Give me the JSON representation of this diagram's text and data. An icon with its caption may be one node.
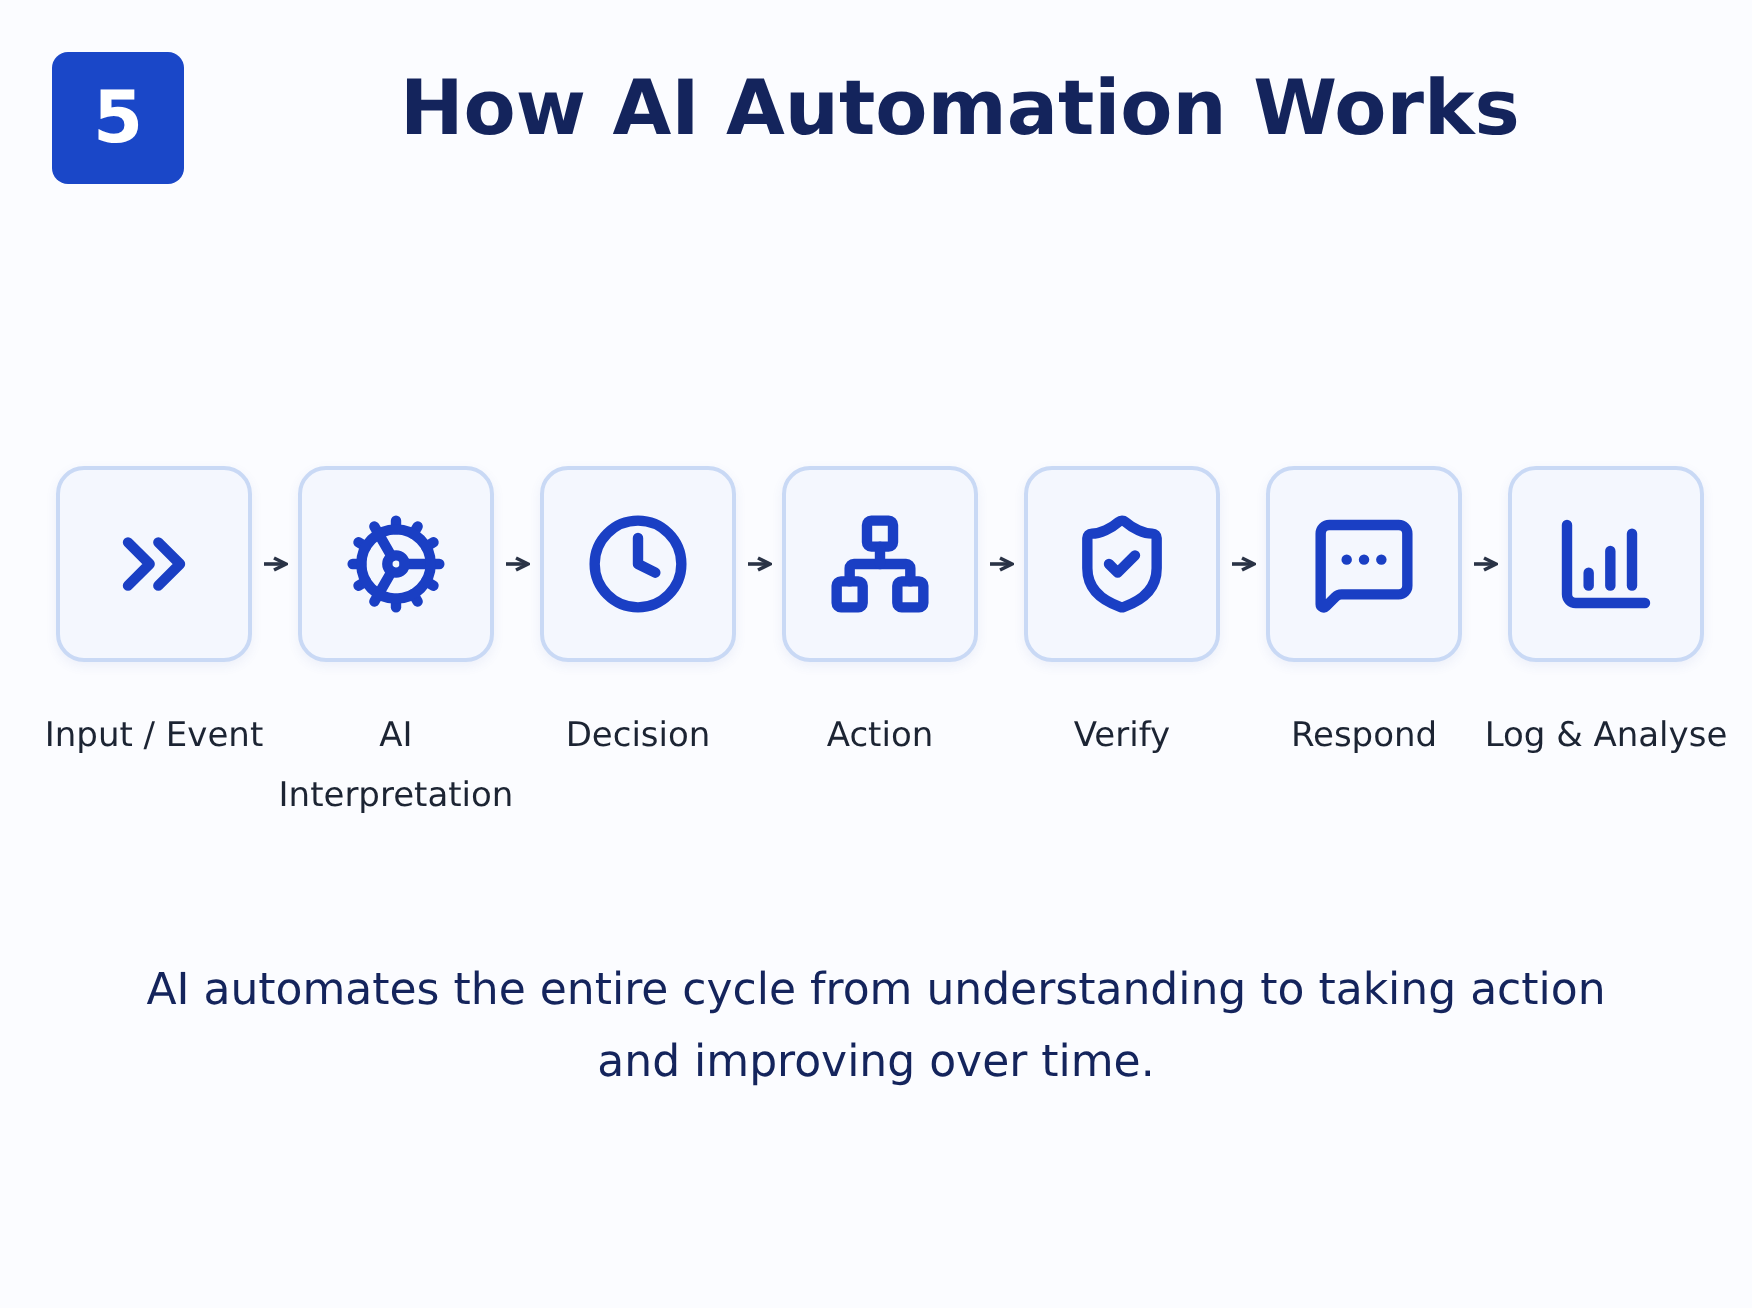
{
  "diagram": {
    "title": "How AI Automation Works",
    "caption": "AI automates the entire cycle from understanding to taking action and improving over time.",
    "nodes": [
      {
        "text": [
          "Input / Event"
        ]
      },
      {
        "text": [
          "AI Interpretation"
        ]
      },
      {
        "text": [
          "Decision"
        ]
      },
      {
        "text": [
          "Action"
        ]
      },
      {
        "text": [
          "Verify"
        ]
      },
      {
        "text": [
          "Respond"
        ]
      },
      {
        "text": [
          "Log & Analyse"
        ]
      }
    ],
    "edges": [
      {
        "from": 0,
        "to": 1,
        "arrow": "to"
      },
      {
        "from": 1,
        "to": 2,
        "arrow": "to"
      },
      {
        "from": 2,
        "to": 3,
        "arrow": "to"
      },
      {
        "from": 3,
        "to": 4,
        "arrow": "to"
      },
      {
        "from": 4,
        "to": 5,
        "arrow": "to"
      },
      {
        "from": 5,
        "to": 6,
        "arrow": "to"
      }
    ],
    "labels": [
      "5"
    ]
  }
}
